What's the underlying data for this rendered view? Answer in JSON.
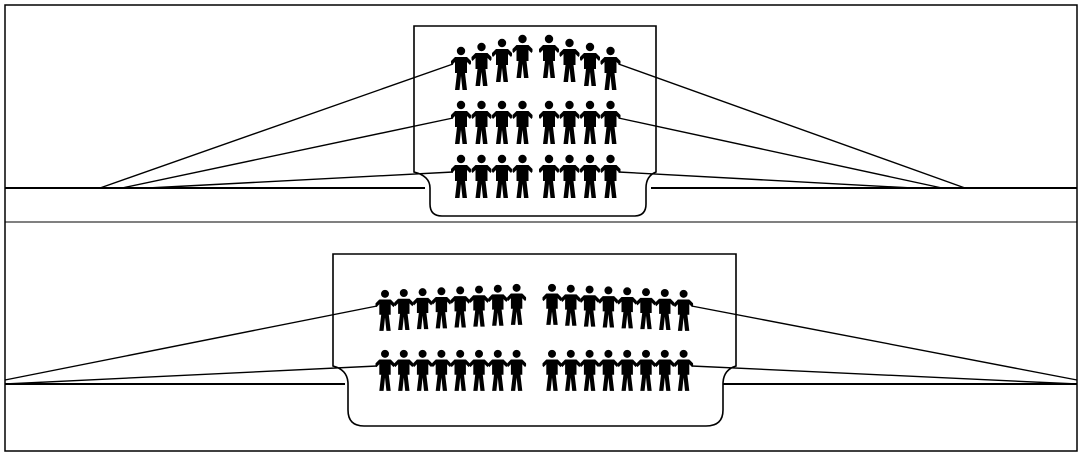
{
  "figure": {
    "panels": [
      {
        "id": "top",
        "rows": [
          {
            "row": 1,
            "left_count": 4,
            "right_count": 4,
            "arc": true
          },
          {
            "row": 2,
            "left_count": 4,
            "right_count": 4,
            "arc": false
          },
          {
            "row": 3,
            "left_count": 4,
            "right_count": 4,
            "arc": false
          }
        ]
      },
      {
        "id": "bottom",
        "rows": [
          {
            "row": 1,
            "left_count": 8,
            "right_count": 8,
            "arc": true
          },
          {
            "row": 2,
            "left_count": 8,
            "right_count": 8,
            "arc": false
          }
        ]
      }
    ],
    "colors": {
      "ink": "#000000",
      "paper": "#ffffff"
    }
  }
}
